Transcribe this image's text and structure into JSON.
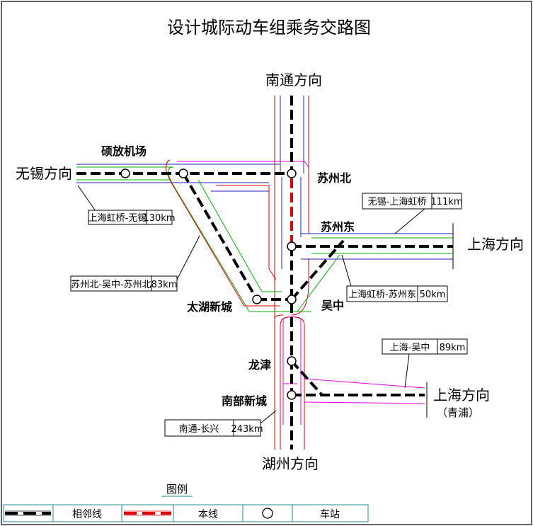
{
  "title": "设计城际动车组乘务交路图",
  "directions": {
    "nantong": "南通方向",
    "wuxi": "无锡方向",
    "shanghai_east": "上海方向",
    "shanghai_south": "上海方向",
    "qingpu": "（青浦）",
    "huzhou": "湖州方向"
  },
  "stations": {
    "shuofang": "硕放机场",
    "suzhou_north": "苏州北",
    "suzhou_east": "苏州东",
    "taihu": "太湖新城",
    "wuzhong": "吴中",
    "longjin": "龙津",
    "nanbu": "南部新城"
  },
  "routes": [
    {
      "name": "上海虹桥-无锡",
      "dist": "130km"
    },
    {
      "name": "苏州北-吴中-苏州北",
      "dist": "83km"
    },
    {
      "name": "无锡-上海虹桥",
      "dist": "111km"
    },
    {
      "name": "上海虹桥-苏州东",
      "dist": "50km"
    },
    {
      "name": "上海-吴中",
      "dist": "89km"
    },
    {
      "name": "南通-长兴",
      "dist": "243km"
    }
  ],
  "legend": {
    "title": "图例",
    "adjacent": "相邻线",
    "main": "本线",
    "station": "车站"
  },
  "colors": {
    "adjacent": "#000000",
    "main": "#e00000",
    "green": "#00b000",
    "blue": "#2020c0",
    "magenta": "#e000e0",
    "border": "#2a8a8a"
  }
}
